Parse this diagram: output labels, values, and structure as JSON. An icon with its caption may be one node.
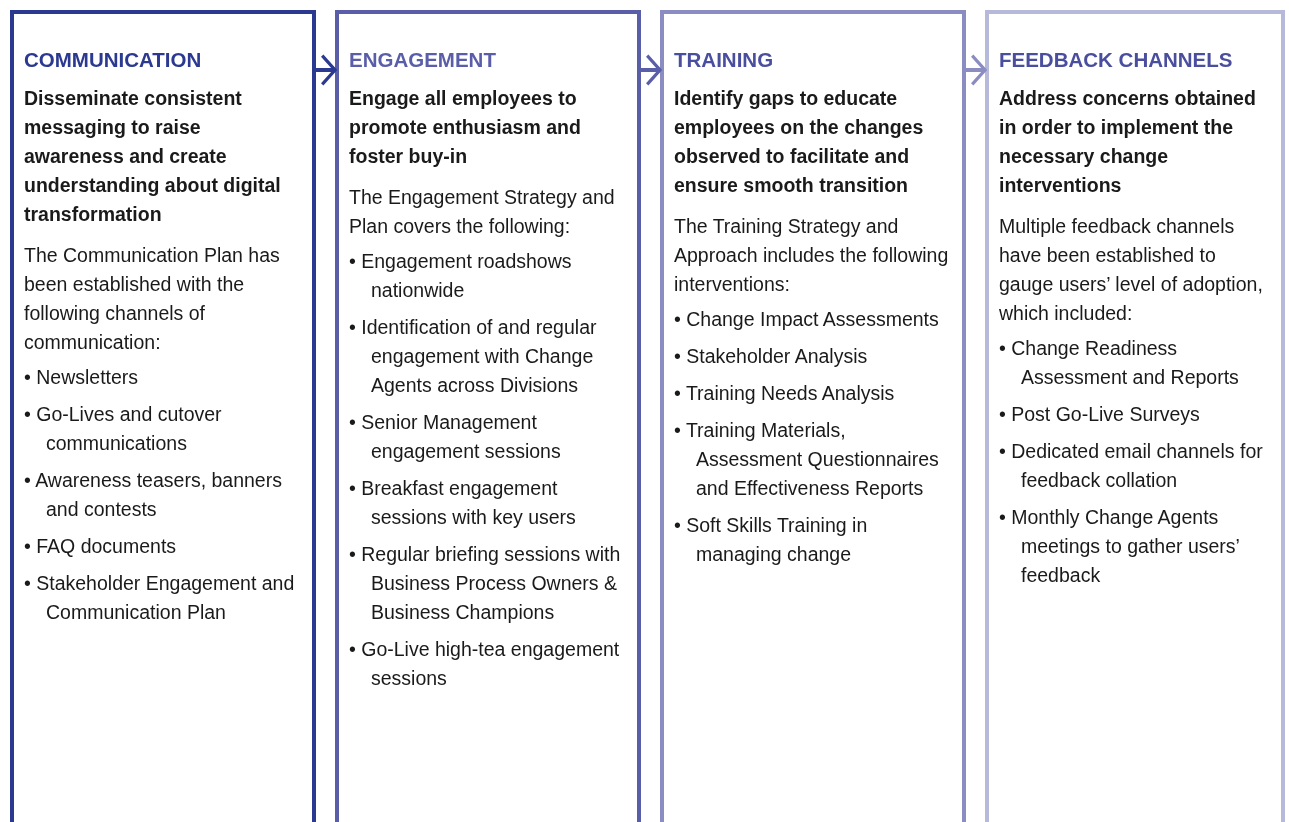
{
  "diagram": {
    "nodes": [
      {
        "text": [
          "COMMUNICATION",
          "Disseminate consistent messaging to raise awareness and create understanding about digital transformation",
          "The Communication Plan has been established with the following channels of communication:",
          "• Newsletters",
          "• Go-Lives and cutover communications",
          "• Awareness teasers, banners and contests",
          "• FAQ documents",
          "• Stakeholder Engagement and Communication Plan"
        ]
      },
      {
        "text": [
          "ENGAGEMENT",
          "Engage all employees to promote enthusiasm and foster buy-in",
          "The Engagement Strategy and Plan covers the following:",
          "• Engagement roadshows nationwide",
          "• Identification of and regular engagement with Change Agents across Divisions",
          "• Senior Management engagement sessions",
          "• Breakfast engagement sessions with key users",
          "• Regular briefing sessions with Business Process Owners & Business Champions",
          "• Go-Live high-tea engagement sessions"
        ]
      },
      {
        "text": [
          "TRAINING",
          "Identify gaps to educate employees on the changes observed to facilitate and ensure smooth transition",
          "The Training Strategy and Approach includes the following interventions:",
          "• Change Impact Assessments",
          "• Stakeholder Analysis",
          "• Training Needs Analysis",
          "• Training Materials, Assessment Questionnaires and Effectiveness Reports",
          "• Soft Skills Training in managing change"
        ]
      },
      {
        "text": [
          "FEEDBACK CHANNELS",
          "Address concerns obtained in order to implement the necessary change interventions",
          "Multiple feedback channels have been established to gauge users’ level of adoption, which included:",
          "• Change Readiness Assessment and Reports",
          "• Post Go-Live Surveys",
          "• Dedicated email channels for feedback collation",
          "• Monthly Change Agents meetings to gather users’ feedback"
        ]
      }
    ],
    "edges": [
      {
        "from": 0,
        "to": 1,
        "arrow": "to",
        "color": "#2b3990"
      },
      {
        "from": 1,
        "to": 2,
        "arrow": "to",
        "color": "#5a5ea8"
      },
      {
        "from": 2,
        "to": 3,
        "arrow": "to",
        "color": "#8a8cc2"
      }
    ]
  }
}
